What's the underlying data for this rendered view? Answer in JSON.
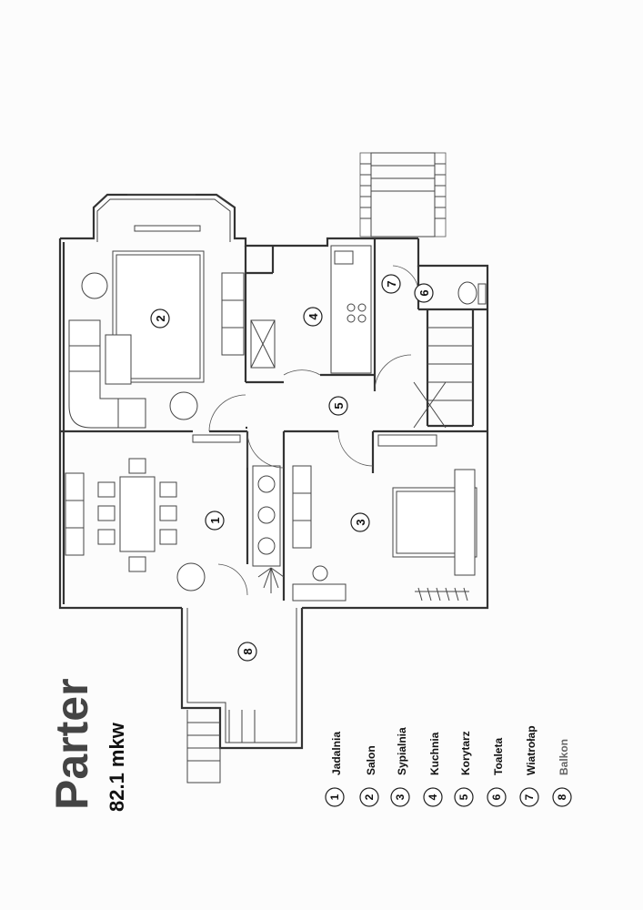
{
  "plan": {
    "title": "Parter",
    "area": "82.1 mkw"
  },
  "rooms": [
    {
      "number": "1",
      "name": "Jadalnia"
    },
    {
      "number": "2",
      "name": "Salon"
    },
    {
      "number": "3",
      "name": "Sypialnia"
    },
    {
      "number": "4",
      "name": "Kuchnia"
    },
    {
      "number": "5",
      "name": "Korytarz"
    },
    {
      "number": "6",
      "name": "Toaleta"
    },
    {
      "number": "7",
      "name": "Wiatrołap"
    },
    {
      "number": "8",
      "name": "Balkon"
    }
  ]
}
